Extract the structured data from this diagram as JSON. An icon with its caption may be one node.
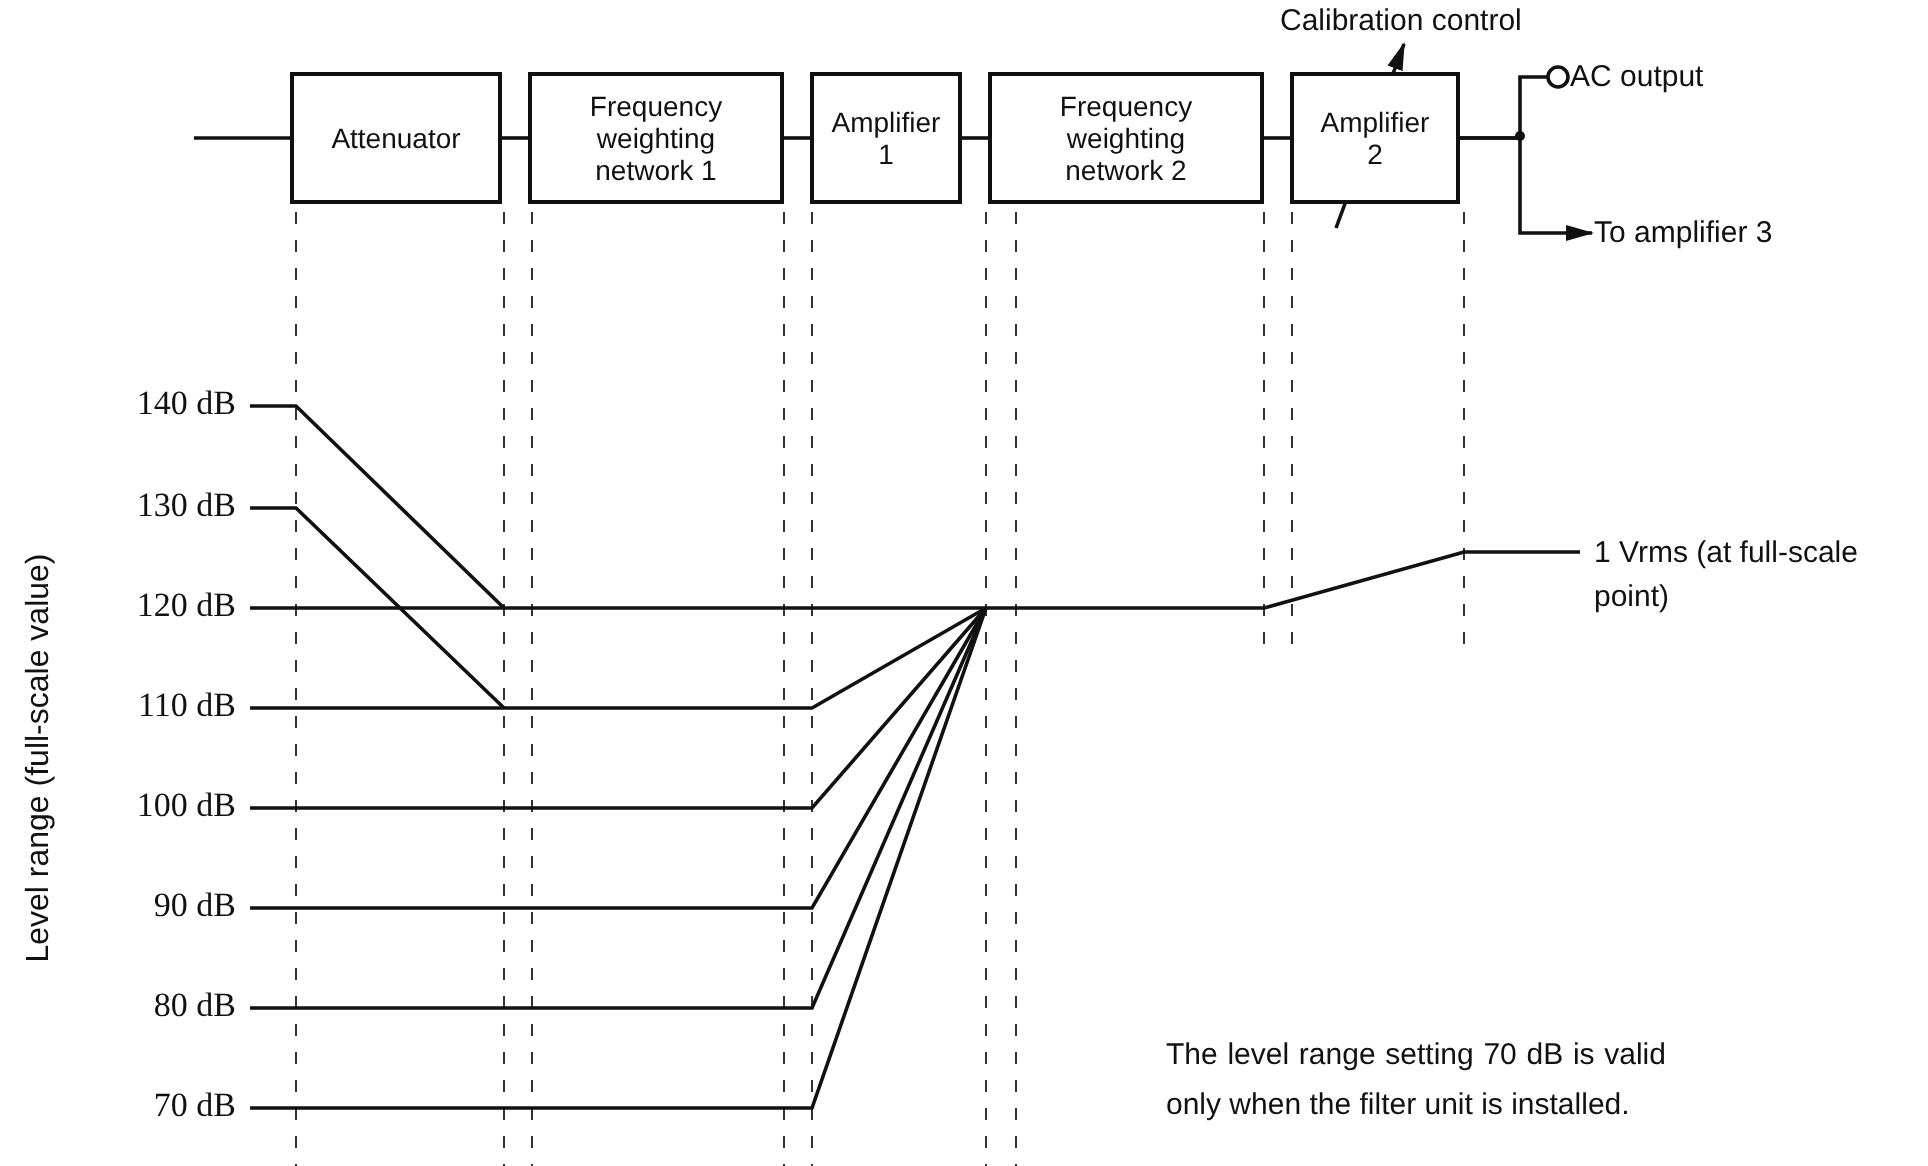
{
  "diagram": {
    "nodes": [
      {
        "text": [
          "Attenuator"
        ]
      },
      {
        "text": [
          "Frequency weighting network 1"
        ]
      },
      {
        "text": [
          "Amplifier 1"
        ]
      },
      {
        "text": [
          "Frequency weighting network 2"
        ]
      },
      {
        "text": [
          "Amplifier 2"
        ]
      },
      {
        "text": [
          "AC output"
        ]
      },
      {
        "text": [
          "To amplifier 3"
        ]
      }
    ],
    "edges": [
      {
        "from": null,
        "to": 0,
        "arrow": "none"
      },
      {
        "from": 0,
        "to": 1,
        "arrow": "none"
      },
      {
        "from": 1,
        "to": 2,
        "arrow": "none"
      },
      {
        "from": 2,
        "to": 3,
        "arrow": "none"
      },
      {
        "from": 3,
        "to": 4,
        "arrow": "none"
      },
      {
        "from": 4,
        "to": 5,
        "arrow": "other"
      },
      {
        "from": 4,
        "to": 6,
        "arrow": "to"
      }
    ],
    "labels": [
      "Calibration control",
      "140 dB",
      "130 dB",
      "120 dB",
      "110 dB",
      "100 dB",
      "90 dB",
      "80 dB",
      "70 dB",
      "1 Vrms (at full-scale point)",
      "Level range (full-scale value)",
      "The level range setting 70 dB is valid only when the filter unit is installed."
    ]
  }
}
